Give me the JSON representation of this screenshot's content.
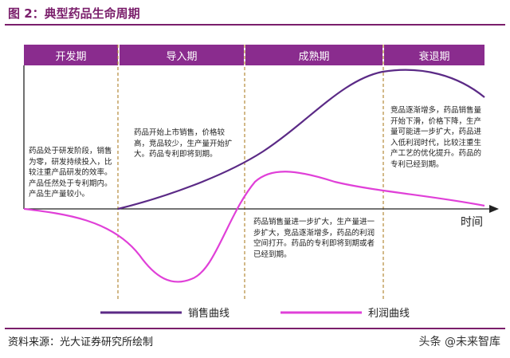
{
  "figure": {
    "title": "图 2：典型药品生命周期"
  },
  "phases": [
    {
      "label": "开发期"
    },
    {
      "label": "导入期"
    },
    {
      "label": "成熟期"
    },
    {
      "label": "衰退期"
    }
  ],
  "notes": {
    "development": "药品处于研发阶段，销售为零，研发持续投入，比较注重产品研发的效率。产品任然处于专利期内。产品生产量较小。",
    "introduction": "药品开始上市销售，价格较高，竞品较少，生产量开始扩大。药品专利即将到期。",
    "maturity": "药品销售量进一步扩大，生产量进一步扩大，竞品逐渐增多，药品的利润空间打开。药品的专利即将到期或者已经到期。",
    "decline": "竞品逐渐增多，药品销售量开始下滑，价格下降，生产量可能进一步扩大，药品进入低利润时代，比较注重生产工艺的优化提升。药品的专利已经到期。"
  },
  "axis": {
    "x_label": "时间"
  },
  "legend": {
    "sales": "销售曲线",
    "profit": "利润曲线"
  },
  "colors": {
    "accent": "#7a1e6b",
    "phase_bar": "#8a2c8e",
    "sales_line": "#5b2a86",
    "profit_line": "#e040d8",
    "divider": "#b58a3a"
  },
  "footer": {
    "source": "资料来源：光大证券研究所绘制",
    "watermark": "头条 @未来智库"
  }
}
